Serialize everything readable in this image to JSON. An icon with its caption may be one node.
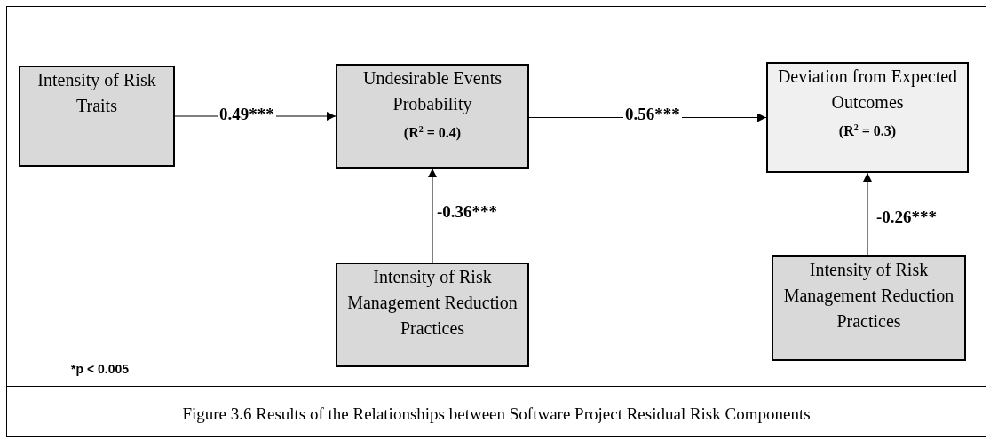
{
  "diagram": {
    "caption": "Figure 3.6 Results of the Relationships between Software Project Residual Risk Components",
    "nodes": [
      {
        "text": [
          "Intensity of Risk Traits"
        ]
      },
      {
        "text": [
          "Undesirable Events Probability",
          "(R$^{2}$ = 0.4)"
        ]
      },
      {
        "text": [
          "Deviation from Expected Outcomes",
          "(R$^{2}$ = 0.3)"
        ]
      },
      {
        "text": [
          "Intensity of Risk Management Reduction Practices"
        ]
      },
      {
        "text": [
          "Intensity of Risk Management Reduction Practices"
        ]
      }
    ],
    "edges": [
      {
        "from": 0,
        "to": 1,
        "arrow": "to",
        "label": "0.49***"
      },
      {
        "from": 1,
        "to": 2,
        "arrow": "to",
        "label": "0.56***"
      },
      {
        "from": 3,
        "to": 1,
        "arrow": "to",
        "label": "-0.36***"
      },
      {
        "from": 4,
        "to": 2,
        "arrow": "to",
        "label": "-0.26***"
      }
    ],
    "labels": [
      "*p < 0.005"
    ]
  }
}
